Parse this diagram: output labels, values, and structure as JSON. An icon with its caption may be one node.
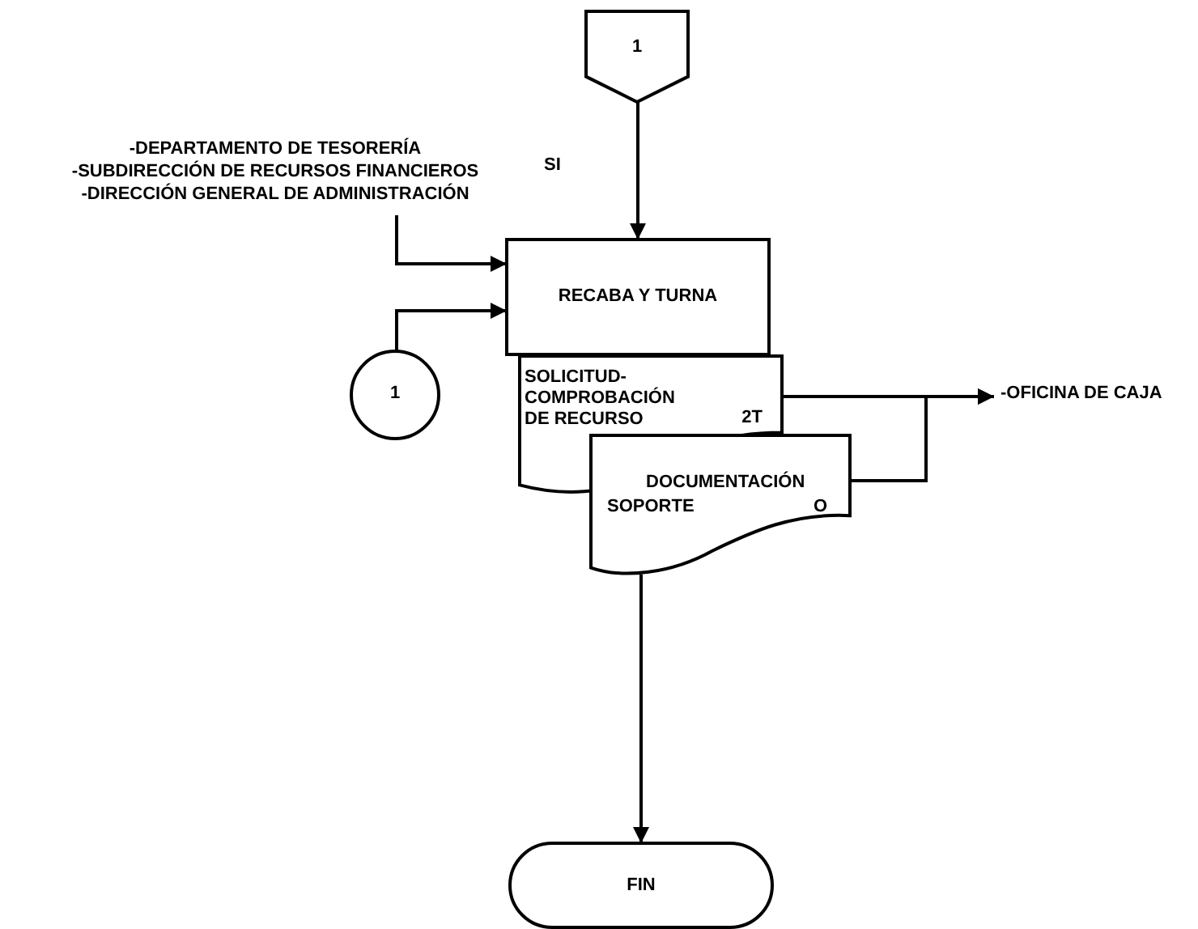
{
  "diagram": {
    "nodes": [
      {
        "text": [
          "1"
        ]
      },
      {
        "text": [
          "-DEPARTAMENTO DE TESORERÍA",
          "-SUBDIRECCIÓN DE RECURSOS FINANCIEROS",
          "-DIRECCIÓN GENERAL DE ADMINISTRACIÓN"
        ]
      },
      {
        "text": [
          "RECABA Y TURNA"
        ]
      },
      {
        "text": [
          "1"
        ]
      },
      {
        "text": [
          "SOLICITUD- COMPROBACIÓN DE RECURSO",
          "2T"
        ]
      },
      {
        "text": [
          "DOCUMENTACIÓN SOPORTE",
          "O"
        ]
      },
      {
        "text": [
          "-OFICINA DE CAJA"
        ]
      },
      {
        "text": [
          "FIN"
        ]
      }
    ],
    "edges": [
      {
        "from": 0,
        "to": 2,
        "arrow": "to",
        "label": "SI"
      },
      {
        "from": 1,
        "to": 2,
        "arrow": "to"
      },
      {
        "from": 3,
        "to": 2,
        "arrow": "to"
      },
      {
        "from": 4,
        "to": 6,
        "arrow": "to"
      },
      {
        "from": 5,
        "to": 6,
        "arrow": "to"
      },
      {
        "from": 5,
        "to": 7,
        "arrow": "to"
      }
    ]
  }
}
